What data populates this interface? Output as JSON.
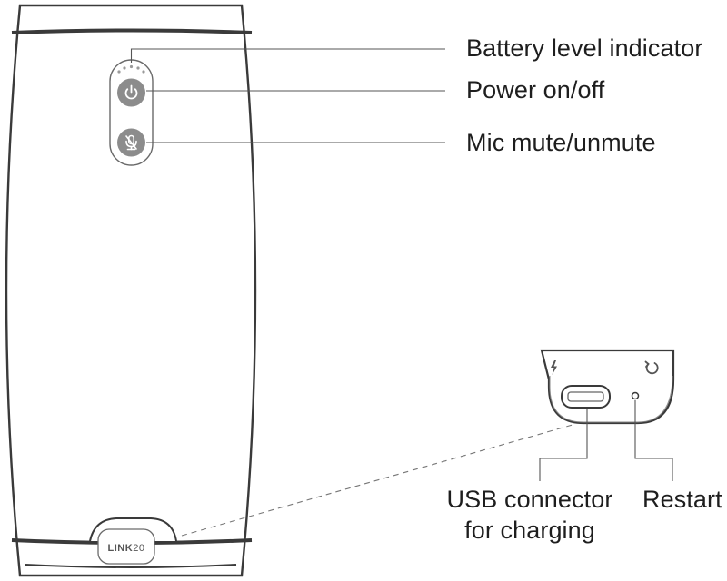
{
  "callouts": {
    "battery": "Battery level indicator",
    "power": "Power on/off",
    "mic": "Mic mute/unmute",
    "usb_line1": "USB connector",
    "usb_line2": "for charging",
    "restart": "Restart"
  },
  "device": {
    "logo_main": "LINK",
    "logo_suffix": "20"
  },
  "colors": {
    "outline": "#3a3a3a",
    "body": "#ffffff",
    "button_fill": "#8c8c8c",
    "leader": "#555555",
    "dots": "#9a9a9a"
  },
  "icons": [
    "power-icon",
    "mic-mute-icon",
    "lightning-icon",
    "restart-icon"
  ]
}
